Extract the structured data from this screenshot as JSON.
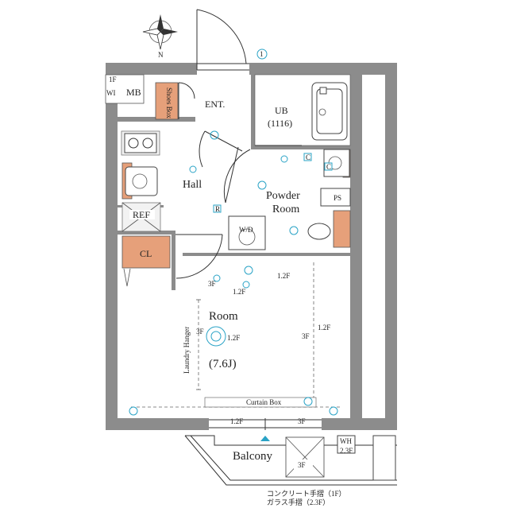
{
  "compass": {
    "north_label": "N"
  },
  "rooms": {
    "mb": "MB",
    "wi": "WI",
    "one_f": "1F",
    "shoes_box": "Shoes Box",
    "entrance": "ENT.",
    "ub": "UB",
    "ub_size": "(1116)",
    "hall": "Hall",
    "powder_room_1": "Powder",
    "powder_room_2": "Room",
    "ps": "PS",
    "wd": "W/D",
    "ref": "REF",
    "cl": "CL",
    "room": "Room",
    "room_size": "(7.6J)",
    "laundry_hanger": "Laundry Hanger",
    "curtain_box": "Curtain Box",
    "balcony": "Balcony",
    "balcony_3f": "3F",
    "wh": "WH",
    "wh_level": "2.3F"
  },
  "marks": {
    "circle_1": "1",
    "c_mark_1": "C",
    "c_mark_2": "C",
    "r_mark": "R",
    "h_1_2f": "1.2F",
    "h_3f_a": "3F",
    "h_3f_b": "3F",
    "h_1_2f_b": "1.2F",
    "h_1_2f_c": "1.2F",
    "h_3f_c": "3F",
    "h_1_2f_d": "1.2F",
    "h_3f_d": "3F",
    "h_1_2f_e": "1.2F"
  },
  "notes": {
    "railing_1": "コンクリート手摺（1F）",
    "railing_2": "ガラス手摺（2.3F）"
  }
}
